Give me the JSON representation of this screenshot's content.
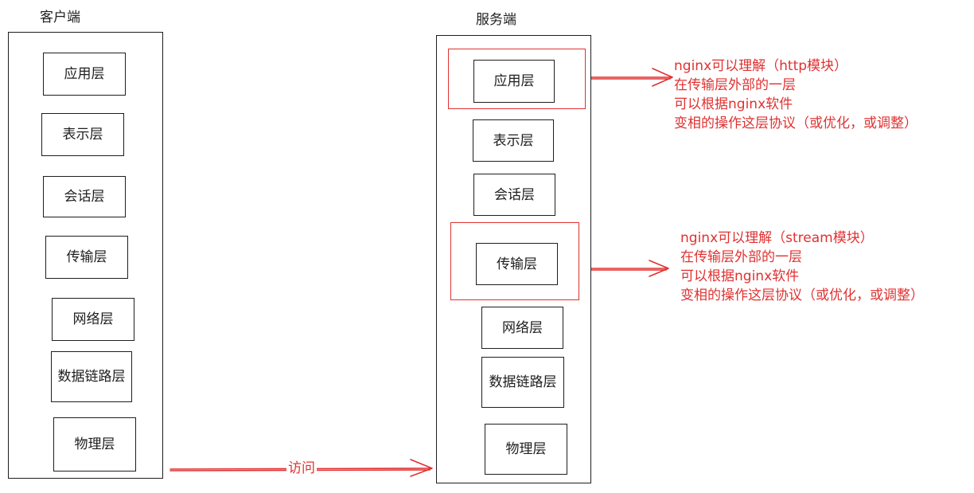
{
  "colors": {
    "stroke": "#1e1e1e",
    "accent": "#e03131",
    "background": "#ffffff"
  },
  "client": {
    "title": "客户端",
    "layers": [
      "应用层",
      "表示层",
      "会话层",
      "传输层",
      "网络层",
      "数据链路层",
      "物理层"
    ]
  },
  "server": {
    "title": "服务端",
    "layers": [
      "应用层",
      "表示层",
      "会话层",
      "传输层",
      "网络层",
      "数据链路层",
      "物理层"
    ]
  },
  "annotations": {
    "http": [
      "nginx可以理解（http模块）",
      "在传输层外部的一层",
      "可以根据nginx软件",
      "变相的操作这层协议（或优化，或调整）"
    ],
    "stream": [
      "nginx可以理解（stream模块）",
      "在传输层外部的一层",
      "可以根据nginx软件",
      "变相的操作这层协议（或优化，或调整）"
    ]
  },
  "access_label": "访问"
}
